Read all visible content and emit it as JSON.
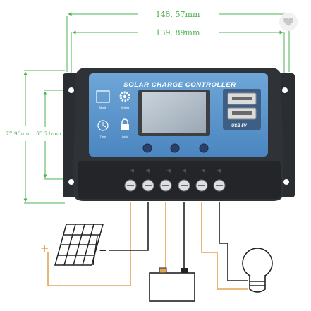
{
  "dimensions": {
    "overall_width": "148. 57mm",
    "hole_spacing": "139. 89mm",
    "overall_height": "77.90mm",
    "inner_height": "55.71mm"
  },
  "controller": {
    "title": "SOLAR CHARGE CONTROLLER",
    "usb_label": "USB 5V",
    "icon_labels": [
      "Mode",
      "Setting",
      "Time",
      "Lock"
    ]
  },
  "wiring": {
    "panel_positive": "+",
    "panel_negative": "−"
  },
  "colors": {
    "dimension_lines": "#4fb04f",
    "face_blue": "#5b95cc",
    "body": "#2c2f33",
    "positive_wire": "#e3a458",
    "negative_wire": "#222222",
    "favorite_heart": "#c8c8c8"
  },
  "icons": [
    "heart-icon",
    "gear-icon",
    "clock-icon",
    "lock-icon",
    "solar-panel-icon",
    "battery-icon",
    "light-bulb-icon"
  ]
}
